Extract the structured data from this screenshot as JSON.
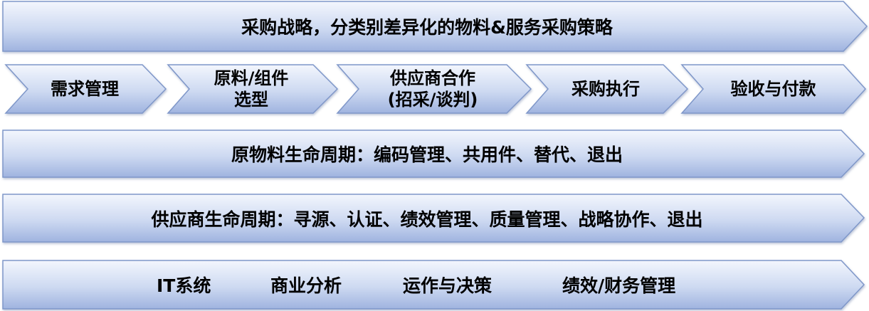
{
  "strategy_banner": {
    "label": "采购战略，分类别差异化的物料&服务采购策略"
  },
  "process_steps": [
    {
      "line1": "需求管理",
      "line2": ""
    },
    {
      "line1": "原料/组件",
      "line2": "选型"
    },
    {
      "line1": "供应商合作",
      "line2": "(招采/谈判)"
    },
    {
      "line1": "采购执行",
      "line2": ""
    },
    {
      "line1": "验收与付款",
      "line2": ""
    }
  ],
  "material_lifecycle": {
    "label": "原物料生命周期：编码管理、共用件、替代、退出"
  },
  "supplier_lifecycle": {
    "label": "供应商生命周期：寻源、认证、绩效管理、质量管理、战略协作、退出"
  },
  "it_row": {
    "items": [
      "IT系统",
      "商业分析",
      "运作与决策",
      "绩效/财务管理"
    ]
  },
  "colors": {
    "fill_light": "#eef2fb",
    "fill_mid": "#c7d4ef",
    "fill_dark": "#9fb3df",
    "border": "#7f97c9"
  }
}
